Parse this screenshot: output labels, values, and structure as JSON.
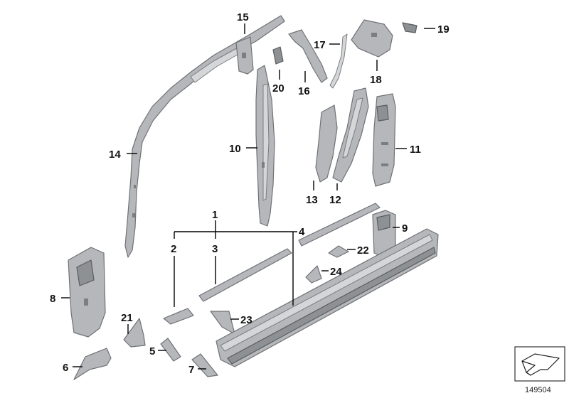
{
  "diagram_id": "149504",
  "callouts": {
    "c1": "1",
    "c2": "2",
    "c3": "3",
    "c4": "4",
    "c5": "5",
    "c6": "6",
    "c7": "7",
    "c8": "8",
    "c9": "9",
    "c10": "10",
    "c11": "11",
    "c12": "12",
    "c13": "13",
    "c14": "14",
    "c15": "15",
    "c16": "16",
    "c17": "17",
    "c18": "18",
    "c19": "19",
    "c20": "20",
    "c21": "21",
    "c22": "22",
    "c23": "23",
    "c24": "24"
  },
  "colors": {
    "part_fill": "#b5b7ba",
    "part_stroke": "#6f7275",
    "leader": "#000000",
    "text": "#111111"
  }
}
